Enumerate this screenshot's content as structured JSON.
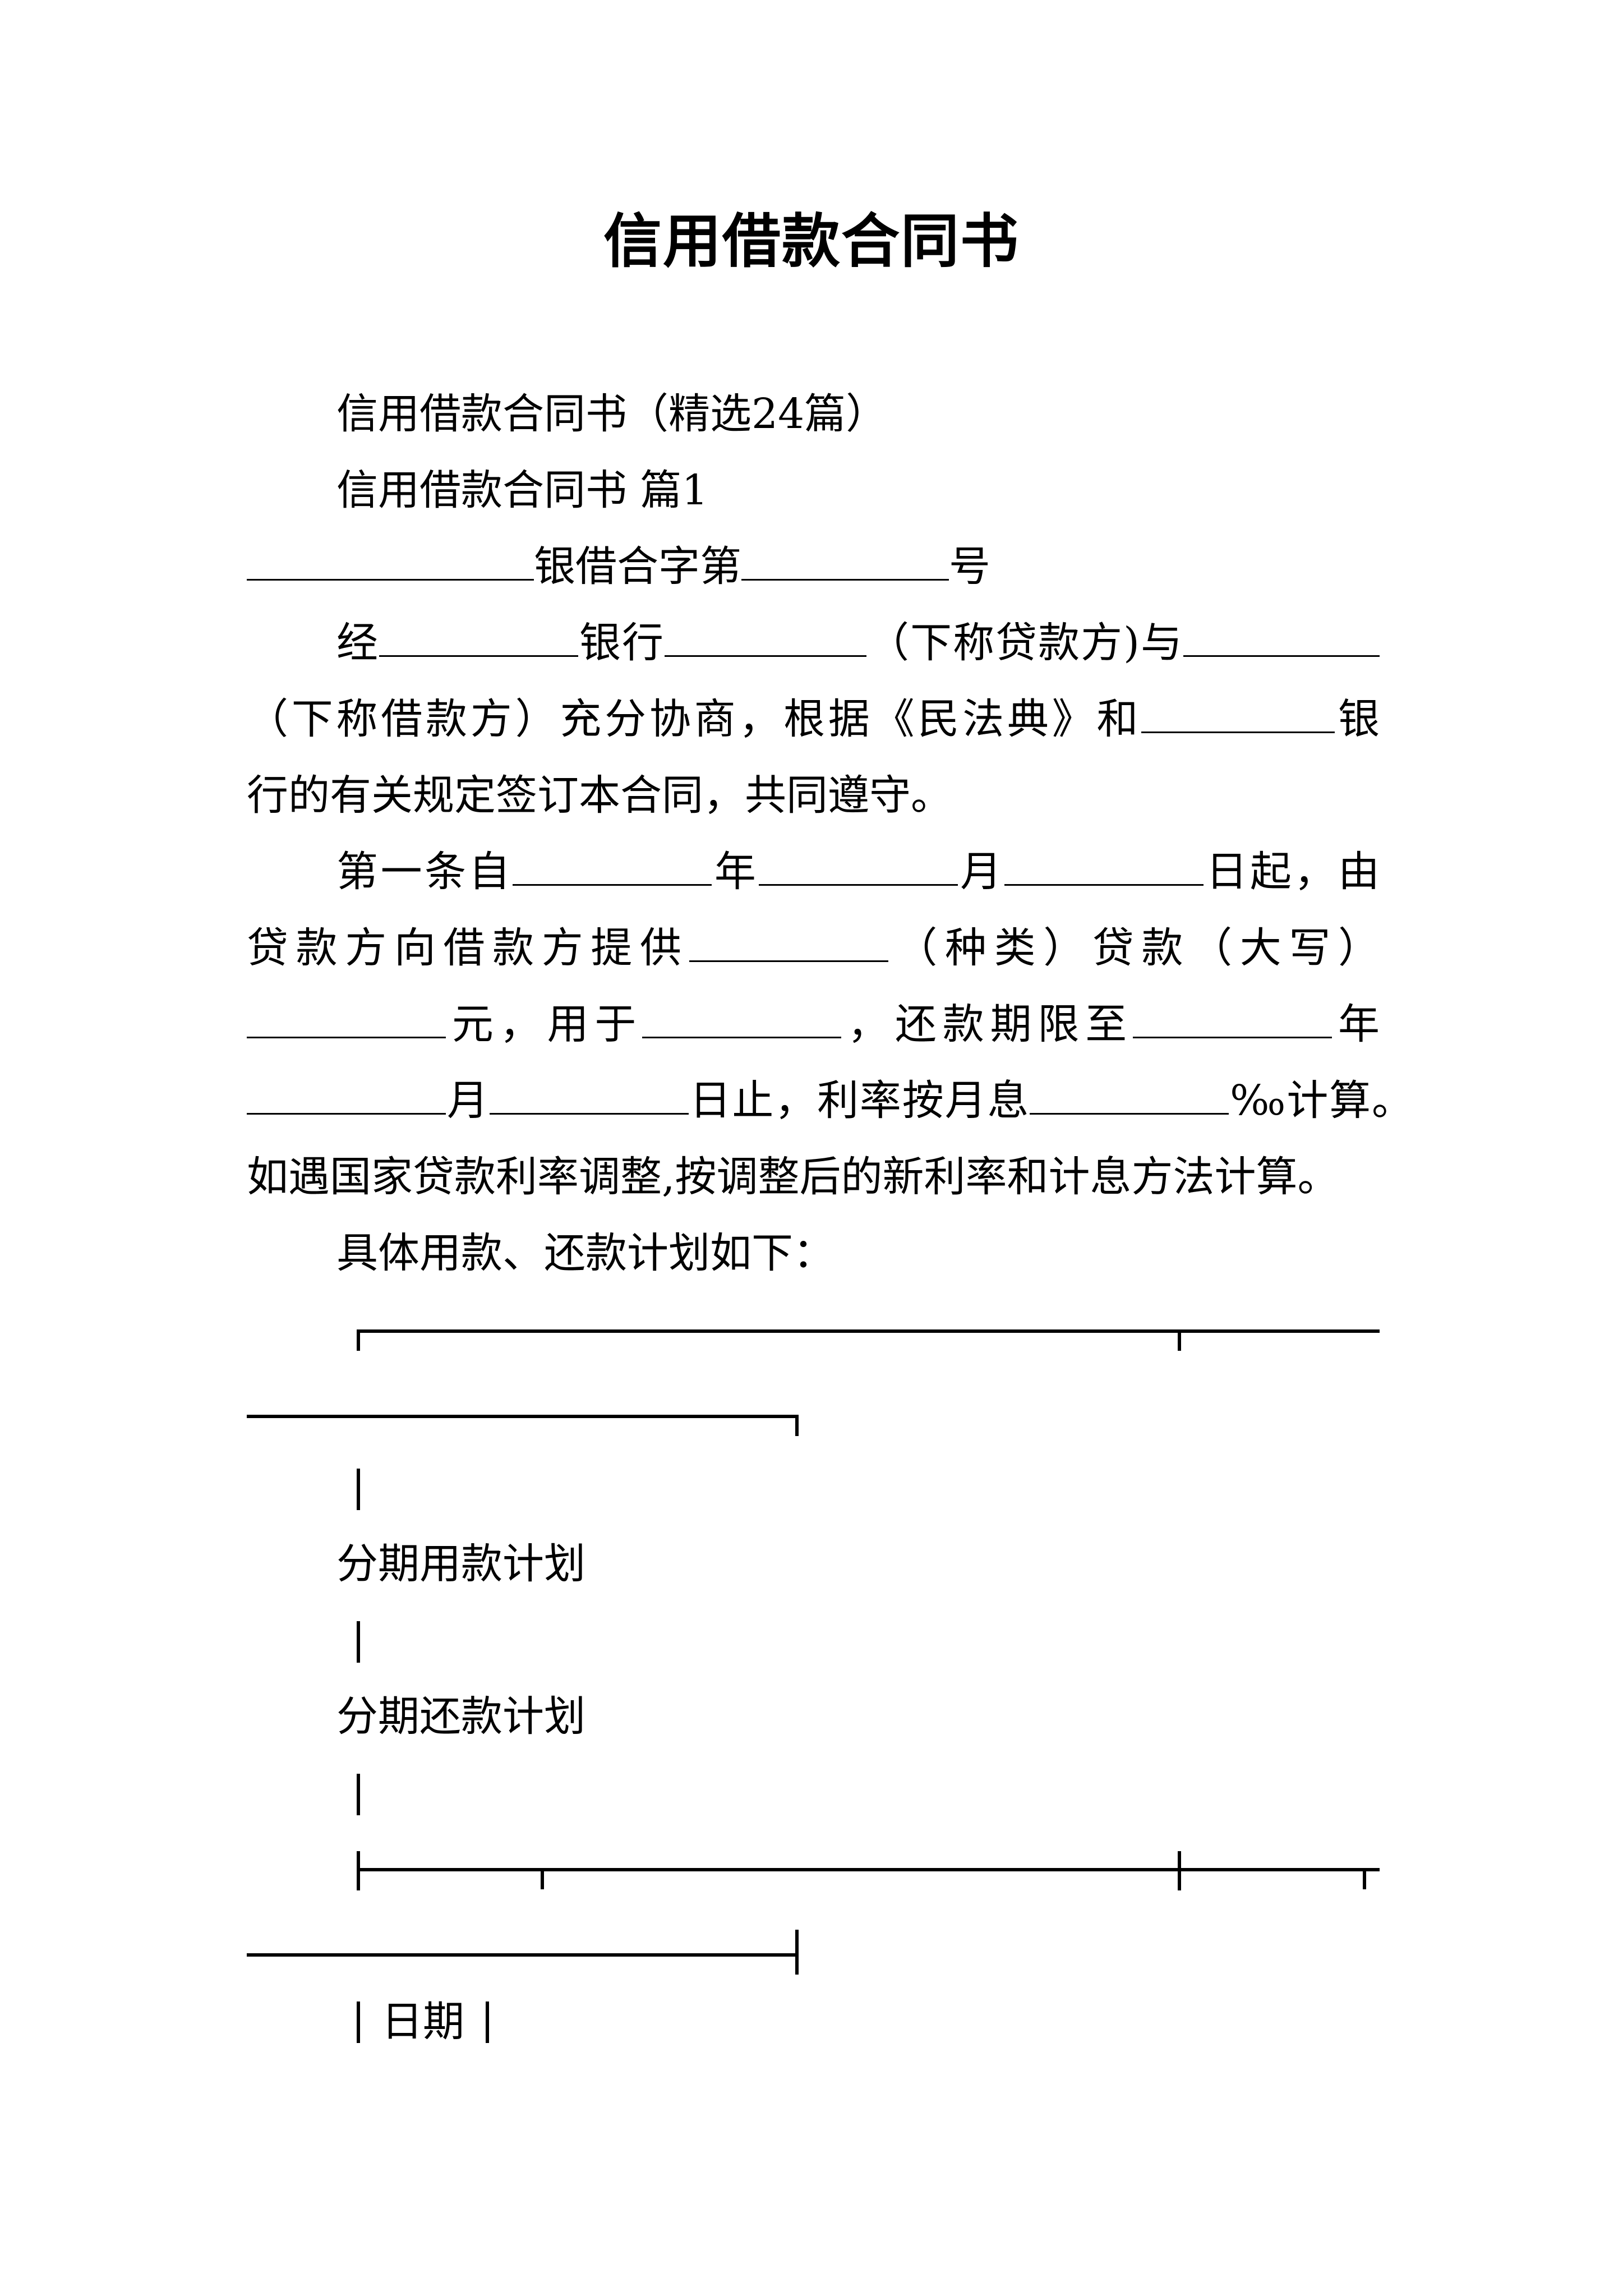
{
  "document": {
    "title": "信用借款合同书",
    "subtitle": "信用借款合同书（精选24篇）",
    "section_heading": "信用借款合同书 篇1",
    "contract_no_middle": "银借合字第",
    "contract_no_end": "号",
    "p1": {
      "a": "经",
      "b": "银行",
      "c": "（下称贷款方)与",
      "d": "（下称借款方）充分协商，根据《民法典》和",
      "e": "银",
      "f": "行的有关规定签订本合同，共同遵守。"
    },
    "p2": {
      "a": "第一条自",
      "b": "年",
      "c": "月",
      "d": "日起，由",
      "e": "贷款方向借款方提供",
      "f": "（种类）贷款（大写）",
      "g": "元，用于",
      "h": "，还款期限至",
      "i": "年",
      "j": "月",
      "k": "日止，利率按月息",
      "l": "‰计算。",
      "m": "如遇国家贷款利率调整,按调整后的新利率和计息方法计算。"
    },
    "plan_intro": "具体用款、还款计划如下：",
    "table": {
      "col1": "分期用款计划",
      "col2": "分期还款计划",
      "date_label": "日期"
    }
  }
}
